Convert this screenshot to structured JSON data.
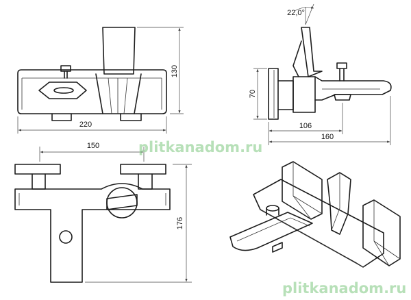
{
  "dimensions": {
    "front_width": "220",
    "front_height": "130",
    "side_angle": "22,0°",
    "side_height": "70",
    "side_depth_a": "106",
    "side_depth_b": "160",
    "top_center": "150",
    "top_depth": "176"
  },
  "watermark": {
    "text_mid": "plitkanadom.ru",
    "text_bottom": "plitkanadom.ru"
  },
  "colors": {
    "line": "#1c1c1c",
    "watermark": "#9fd6a0",
    "background": "#ffffff"
  }
}
